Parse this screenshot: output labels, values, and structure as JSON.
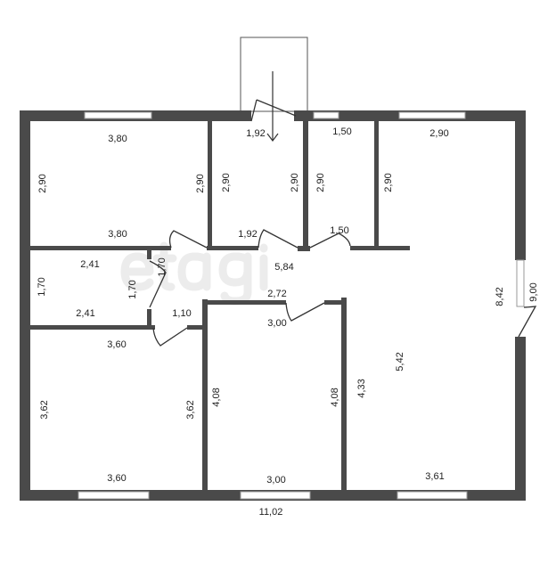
{
  "plan": {
    "watermark": "etagi",
    "overall_width": "11,02",
    "overall_depth": "9,00",
    "rooms": {
      "room_top_left": {
        "top": "3,80",
        "bottom": "3,80",
        "left": "2,90",
        "right": "2,90"
      },
      "room_top_mid": {
        "top": "1,92",
        "bottom": "1,92",
        "left": "2,90",
        "right": "2,90"
      },
      "room_top_small": {
        "top": "1,50",
        "bottom": "1,50",
        "left": "2,90"
      },
      "room_top_right": {
        "top": "2,90",
        "left": "2,90"
      },
      "room_small_left": {
        "top": "2,41",
        "bottom": "2,41",
        "left": "1,70",
        "right": "1,70"
      },
      "hall": {
        "length": "5,84",
        "width": "2,72",
        "side": "1,70",
        "passage": "1,10"
      },
      "room_bottom_left": {
        "top": "3,60",
        "bottom": "3,60",
        "left": "3,62",
        "right": "3,62"
      },
      "room_bottom_mid": {
        "top": "3,00",
        "bottom": "3,00",
        "left": "4,08",
        "right": "4,08"
      },
      "room_right": {
        "left": "4,33",
        "inner": "5,42",
        "right": "8,42",
        "bottom": "3,61"
      }
    }
  }
}
